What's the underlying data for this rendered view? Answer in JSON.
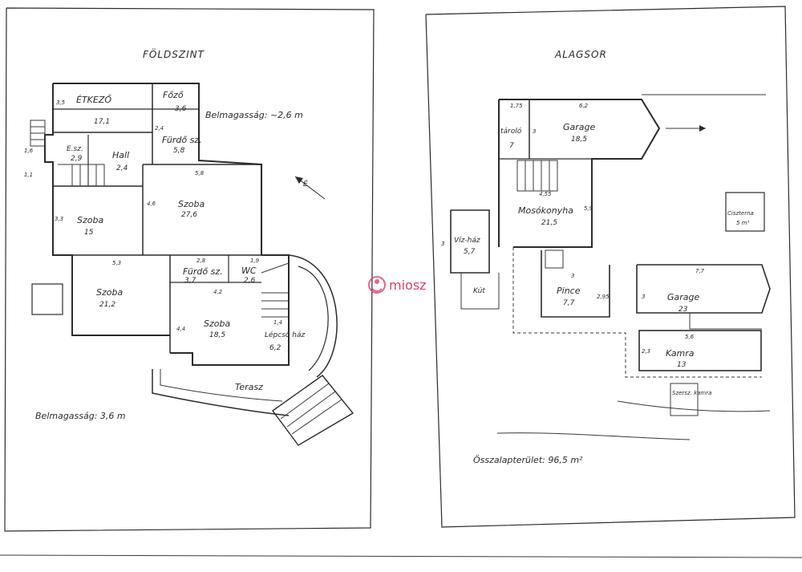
{
  "watermark": {
    "brand": "miosz",
    "color": "#e0406a"
  },
  "left_sheet": {
    "title": "FÖLDSZINT",
    "ceiling_note": "Belmagasság: ~2,6 m",
    "ceiling_note_bottom": "Belmagasság: 3,6 m",
    "north_arrow": "É",
    "rooms": {
      "etkezo": {
        "name": "ÉTKEZŐ",
        "area": "17,1"
      },
      "fozo": {
        "name": "Főző",
        "area": "3,6"
      },
      "eloszoba": {
        "name": "E.sz.",
        "area": "2,9"
      },
      "hall": {
        "name": "Hall",
        "area": "2,4"
      },
      "furdo1": {
        "name": "Fürdő sz.",
        "area": "5,8"
      },
      "szoba_big": {
        "name": "Szoba",
        "area": "27,6"
      },
      "szoba_left": {
        "name": "Szoba",
        "area": "15"
      },
      "szoba_low": {
        "name": "Szoba",
        "area": "21,2"
      },
      "furdo2": {
        "name": "Fürdő sz.",
        "area": "3,7"
      },
      "wc": {
        "name": "WC",
        "area": "2,6"
      },
      "szoba_mid": {
        "name": "Szoba",
        "area": "18,5"
      },
      "lepcsohaz": {
        "name": "Lépcső ház",
        "area": "6,2"
      },
      "terasz": {
        "name": "Terasz"
      }
    },
    "dims": {
      "d35": "3,5",
      "d16": "1,6",
      "d11": "1,1",
      "d24": "2,4",
      "d58": "5,8",
      "d46": "4,6",
      "d33": "3,3",
      "d53": "5,3",
      "d28": "2,8",
      "d19": "1,9",
      "d42": "4,2",
      "d44": "4,4",
      "d14": "1,4"
    }
  },
  "right_sheet": {
    "title": "ALAGSOR",
    "total_area": "Összalapterület: 96,5 m²",
    "rooms": {
      "tarolo": {
        "name": "tároló",
        "area": "7"
      },
      "garage1": {
        "name": "Garage",
        "area": "18,5"
      },
      "mosokonyha": {
        "name": "Mosókonyha",
        "area": "21,5"
      },
      "vizhaz": {
        "name": "Víz-ház",
        "area": "5,7"
      },
      "kut": {
        "name": "Kút"
      },
      "pince": {
        "name": "Pince",
        "area": "7,7"
      },
      "garage2": {
        "name": "Garage",
        "area": "23"
      },
      "kamra": {
        "name": "Kamra",
        "area": "13"
      },
      "szerszkamra": {
        "name": "Szersz. kamra"
      },
      "ciszterna": {
        "name": "Ciszterna",
        "area": "5 m³"
      }
    },
    "dims": {
      "d175": "1,75",
      "d62": "6,2",
      "d455": "4,55",
      "d59": "5,9",
      "d3a": "3",
      "d3b": "3",
      "d295": "2,95",
      "d77": "7,7",
      "d3c": "3",
      "d56": "5,6",
      "d23": "2,3",
      "d3d": "3"
    }
  }
}
